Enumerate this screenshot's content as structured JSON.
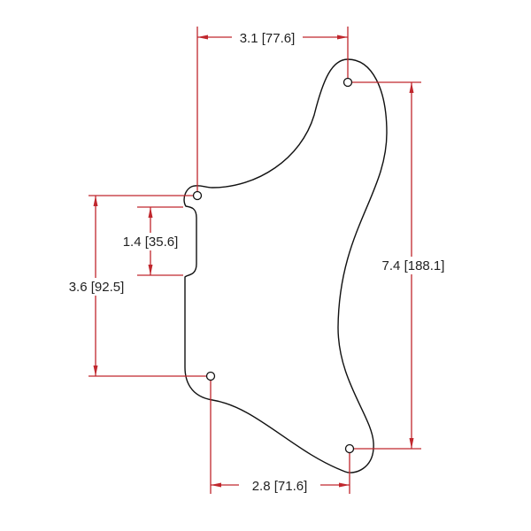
{
  "colors": {
    "dimension": "#c0272d",
    "outline": "#111111",
    "background": "#ffffff"
  },
  "dimensions": {
    "top": "3.1  [77.6]",
    "right": "7.4  [188.1]",
    "left_outer": "3.6  [92.5]",
    "left_inner": "1.4  [35.6]",
    "bottom": "2.8  [71.6]"
  }
}
